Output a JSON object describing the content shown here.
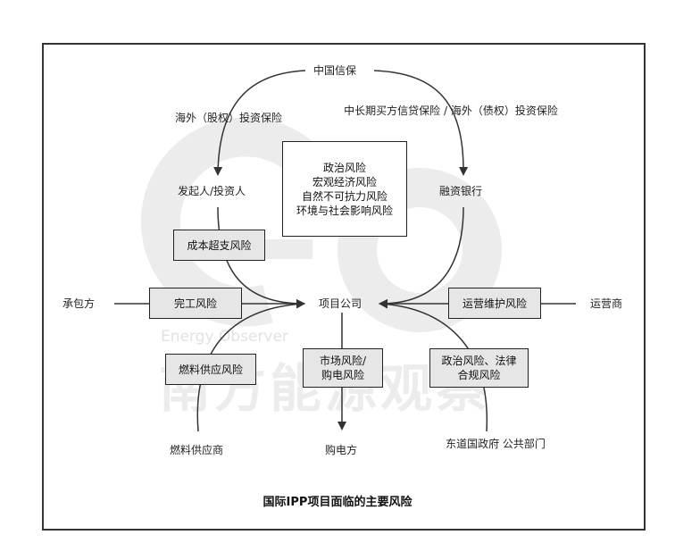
{
  "title": "国际IPP项目面临的主要风险",
  "watermark": {
    "en": "Energy Observer",
    "cn": "南方能源观察"
  },
  "nodes": {
    "sinosure": "中国信保",
    "sponsor": "发起人/投资人",
    "bank": "融资银行",
    "contractor": "承包方",
    "project_company": "项目公司",
    "operator": "运营商",
    "fuel_supplier": "燃料供应商",
    "offtaker": "购电方",
    "host_gov_line1": "东道国政府",
    "host_gov_line2": "公共部门"
  },
  "edge_labels": {
    "overseas_equity": "海外（股权）投资保险",
    "bank_insurance_line1": "中长期买方信贷保险 /",
    "bank_insurance_line2": "海外（债权）投资保险"
  },
  "risks": {
    "central": [
      "政治风险",
      "宏观经济风险",
      "自然不可抗力风险",
      "环境与社会影响风险"
    ],
    "cost_overrun": "成本超支风险",
    "completion": "完工风险",
    "om": "运营维护风险",
    "fuel_supply": "燃料供应风险",
    "market_line1": "市场风险/",
    "market_line2": "购电风险",
    "political_legal_line1": "政治风险、法律",
    "political_legal_line2": "合规风险"
  },
  "colors": {
    "line": "#333333",
    "box_fill": "#e6e6e6",
    "watermark": "#ebebeb"
  }
}
